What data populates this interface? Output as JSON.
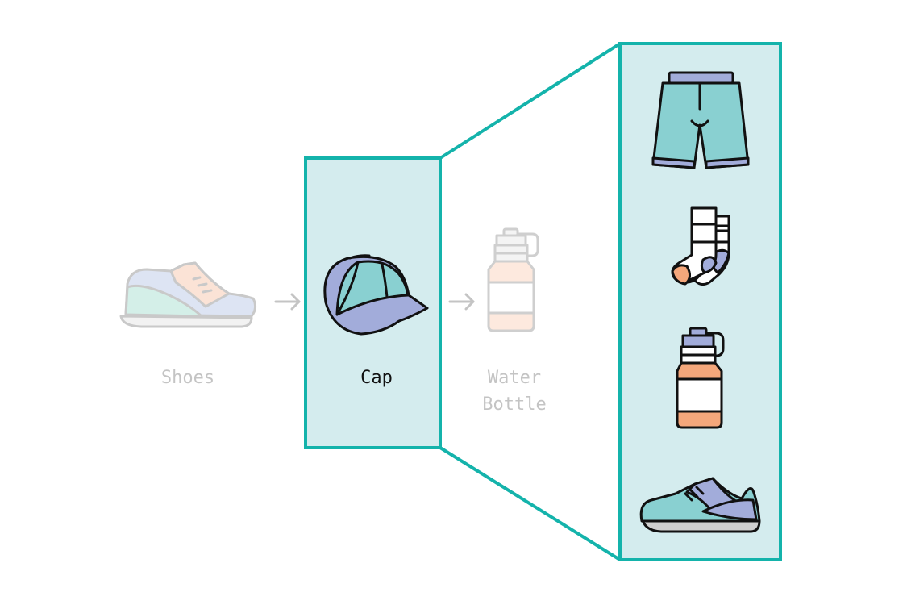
{
  "sequence": [
    {
      "label": "Shoes",
      "state": "faded",
      "icon": "sneaker-icon"
    },
    {
      "label": "Cap",
      "state": "selected",
      "icon": "cap-icon"
    },
    {
      "label": "Water\nBottle",
      "state": "faded",
      "icon": "water-bottle-icon"
    }
  ],
  "candidates": [
    {
      "icon": "shorts-icon"
    },
    {
      "icon": "socks-icon"
    },
    {
      "icon": "water-bottle-icon"
    },
    {
      "icon": "sneaker-icon"
    }
  ],
  "colors": {
    "frame": "#14b3ab",
    "panel": "#d4ecee",
    "teal": "#89d0d1",
    "lavender": "#a2acda",
    "peach": "#f4a77b",
    "mint": "#cdeee3",
    "gray": "#cfcfcf",
    "outline": "#111111",
    "faded_text": "#c4c4c4"
  }
}
